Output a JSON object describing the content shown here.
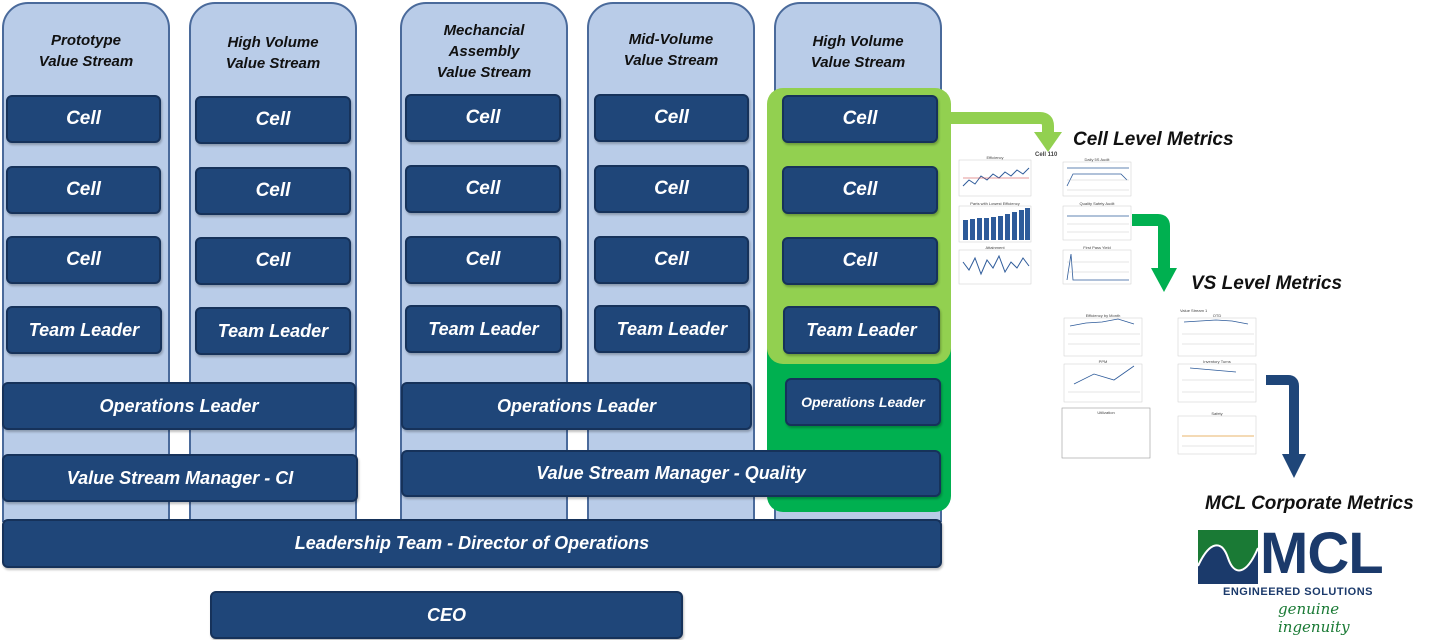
{
  "columns": [
    {
      "title_lines": [
        "Prototype",
        "Value Stream"
      ]
    },
    {
      "title_lines": [
        "High Volume",
        "Value Stream"
      ]
    },
    {
      "title_lines": [
        "Mechancial",
        "Assembly",
        "Value Stream"
      ]
    },
    {
      "title_lines": [
        "Mid-Volume",
        "Value Stream"
      ]
    },
    {
      "title_lines": [
        "High Volume",
        "Value Stream"
      ]
    }
  ],
  "labels": {
    "cell": "Cell",
    "team_leader": "Team Leader",
    "operations_leader": "Operations Leader",
    "vsm_ci": "Value Stream Manager - CI",
    "vsm_quality": "Value Stream Manager - Quality",
    "leadership": "Leadership Team - Director of Operations",
    "ceo": "CEO"
  },
  "metrics": {
    "cell_level": "Cell Level Metrics",
    "vs_level": "VS Level Metrics",
    "corporate": "MCL Corporate Metrics"
  },
  "thumbnails": {
    "cell_sheet_title": "Cell 110",
    "chart_titles": [
      "Efficiency",
      "Parts with Lowest Efficiency",
      "Attainment",
      "Daily 5S Audit",
      "Quality Safety Audit",
      "First Pass Yield"
    ],
    "vs_sheet_title": "Value Stream 1",
    "vs_chart_titles": [
      "Efficiency by Month",
      "OTD",
      "PPM",
      "Inventory Turns",
      "Utilization",
      "Safety"
    ]
  },
  "logo": {
    "name": "MCL",
    "line1": "ENGINEERED SOLUTIONS",
    "line2": "genuine ingenuity"
  },
  "colors": {
    "column_fill": "#b9cce8",
    "box_fill": "#1f4679",
    "highlight_light": "#92d050",
    "highlight_dark": "#00b050",
    "arrow_dark": "#1f4679",
    "logo_blue": "#1b3a6b",
    "logo_green": "#1a7a35"
  }
}
